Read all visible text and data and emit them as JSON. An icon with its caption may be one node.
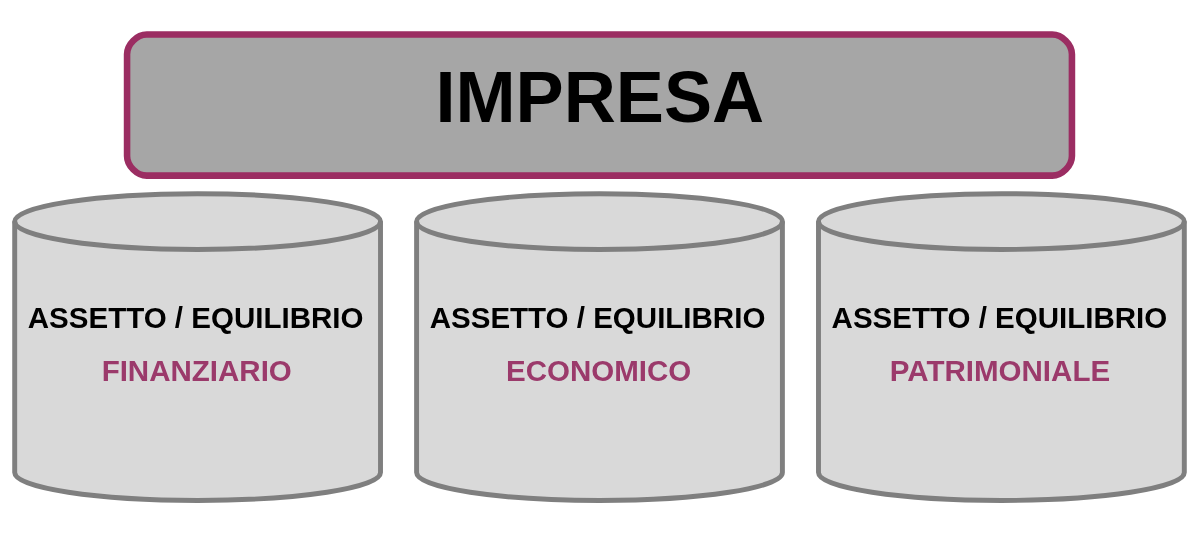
{
  "diagram": {
    "nodes": [
      {
        "text": [
          "IMPRESA"
        ]
      },
      {
        "text": [
          "ASSETTO / EQUILIBRIO",
          "FINANZIARIO"
        ]
      },
      {
        "text": [
          "ASSETTO / EQUILIBRIO",
          "ECONOMICO"
        ]
      },
      {
        "text": [
          "ASSETTO / EQUILIBRIO",
          "PATRIMONIALE"
        ]
      }
    ],
    "edges": []
  }
}
